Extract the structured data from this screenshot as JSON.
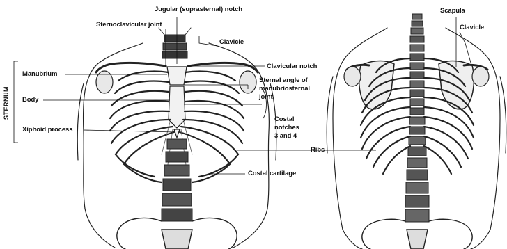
{
  "labels": {
    "jugular_notch": "Jugular (suprasternal) notch",
    "sternoclavicular_joint": "Sternoclavicular joint",
    "clavicle_front": "Clavicle",
    "clavicular_notch": "Clavicular notch",
    "sternal_angle_1": "Sternal angle of",
    "sternal_angle_2": "manubriosternal",
    "sternal_angle_3": "joint",
    "costal_notches_1": "Costal",
    "costal_notches_2": "notches",
    "costal_notches_3": "3 and 4",
    "ribs": "Ribs",
    "costal_cartilage": "Costal cartilage",
    "manubrium": "Manubrium",
    "body": "Body",
    "xiphoid_process": "Xiphoid process",
    "sternum": "STERNUM",
    "scapula": "Scapula",
    "clavicle_back": "Clavicle"
  },
  "views": {
    "anterior": "anterior-thorax-view",
    "posterior": "posterior-thorax-view"
  }
}
